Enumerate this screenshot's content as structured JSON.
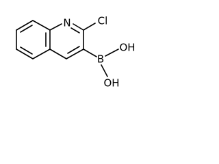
{
  "molecule": {
    "atoms": {
      "nitrogen": "N",
      "chlorine": "Cl",
      "boron": "B",
      "hydroxyl_upper": "OH",
      "hydroxyl_lower": "OH"
    }
  }
}
